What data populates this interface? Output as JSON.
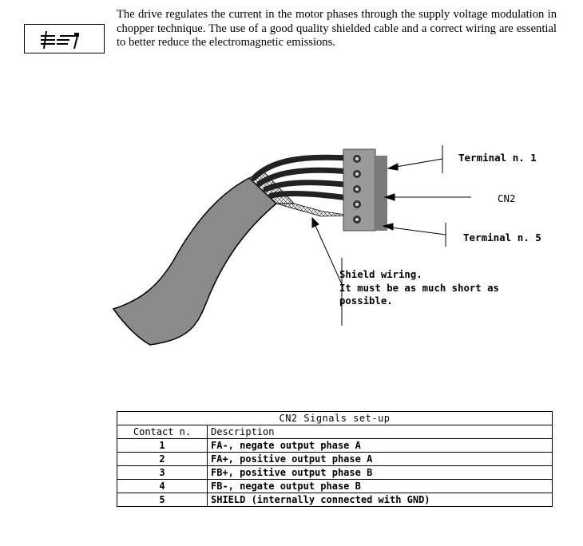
{
  "intro_text": "The drive regulates the current in the motor phases through the supply voltage modulation in chopper technique. The use of a good quality shielded cable and a correct wiring are essential to better reduce the electromagnetic emissions.",
  "diagram": {
    "terminal1_label": "Terminal n. 1",
    "cn2_label": "CN2",
    "terminal5_label": "Terminal n. 5",
    "shield_lines": [
      "Shield wiring.",
      "It must be as much short as",
      "possible."
    ]
  },
  "table": {
    "title": "CN2   Signals set-up",
    "headers": [
      "Contact n.",
      "Description"
    ],
    "rows": [
      {
        "contact": "1",
        "description": "FA-, negate output phase A"
      },
      {
        "contact": "2",
        "description": "FA+, positive output phase A"
      },
      {
        "contact": "3",
        "description": "FB+, positive output phase B"
      },
      {
        "contact": "4",
        "description": "FB-, negate output phase B"
      },
      {
        "contact": "5",
        "description": "SHIELD (internally connected with GND)"
      }
    ]
  }
}
